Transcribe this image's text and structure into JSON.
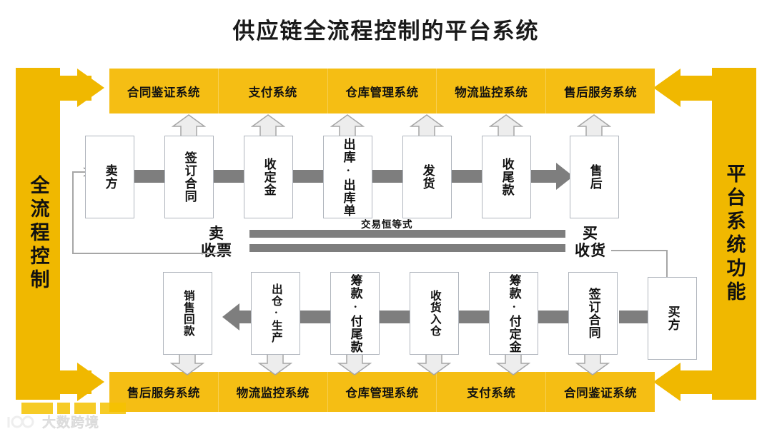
{
  "title": "供应链全流程控制的平台系统",
  "sidebars": {
    "left": {
      "label": "全流程控制",
      "color": "#F0B800"
    },
    "right": {
      "label": "平台系统功能",
      "color": "#F0B800"
    }
  },
  "top_bar": {
    "color": "#F5BE14",
    "cells": [
      "合同鉴证系统",
      "支付系统",
      "仓库管理系统",
      "物流监控系统",
      "售后服务系统"
    ]
  },
  "bottom_bar": {
    "color": "#F5BE14",
    "cells": [
      "售后服务系统",
      "物流监控系统",
      "仓库管理系统",
      "支付系统",
      "合同鉴证系统"
    ]
  },
  "seller_flow": {
    "direction": "left-to-right",
    "steps": [
      {
        "label": "卖方",
        "has_up_arrow": false
      },
      {
        "label": "签订合同",
        "has_up_arrow": true
      },
      {
        "label": "收定金",
        "has_up_arrow": true
      },
      {
        "label": "出库单",
        "label2": "出库·",
        "has_up_arrow": true
      },
      {
        "label": "发货",
        "has_up_arrow": true
      },
      {
        "label": "收尾款",
        "has_up_arrow": true
      },
      {
        "label": "售后",
        "has_up_arrow": true
      }
    ]
  },
  "buyer_flow": {
    "direction": "right-to-left",
    "steps": [
      {
        "label": "买方",
        "has_down_arrow": false
      },
      {
        "label": "签订合同",
        "has_down_arrow": true
      },
      {
        "label": "付定金",
        "label2": "筹款·",
        "has_down_arrow": true
      },
      {
        "label": "收货入仓",
        "has_down_arrow": true
      },
      {
        "label": "付尾款",
        "label2": "筹款·",
        "has_down_arrow": true
      },
      {
        "label": "出仓·生产",
        "has_down_arrow": true
      },
      {
        "label": "销售回款",
        "has_down_arrow": true
      }
    ]
  },
  "middle": {
    "equation_label": "交易恒等式",
    "left_note_line1": "卖",
    "left_note_line2": "收票",
    "right_note_line1": "买",
    "right_note_line2": "收货"
  },
  "watermark": {
    "text": "大数跨境",
    "mark": "100"
  },
  "colors": {
    "yellow_bar": "#F5BE14",
    "yellow_side": "#F0B800",
    "gray_connector": "#7E7E7E",
    "box_border": "#B0B5BD",
    "hollow_arrow_fill": "#EDEDED",
    "hollow_arrow_stroke": "#A6A6A6"
  }
}
